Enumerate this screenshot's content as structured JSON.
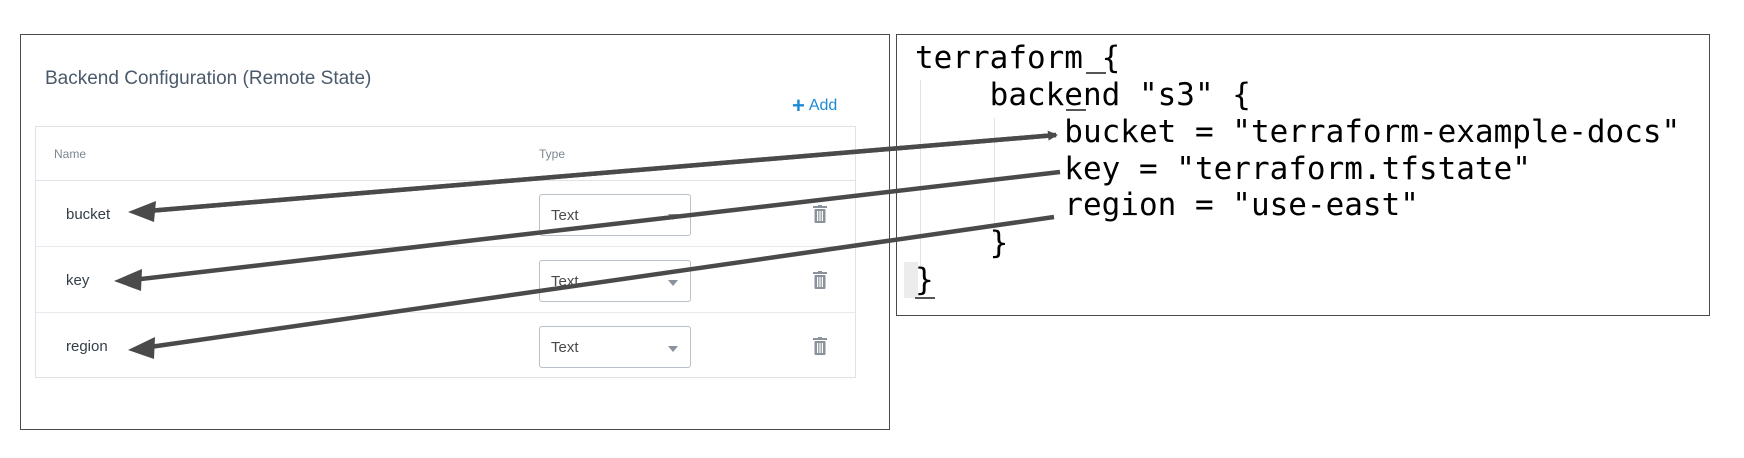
{
  "left_panel": {
    "title": "Backend Configuration (Remote State)",
    "add_label": "Add",
    "columns": {
      "name": "Name",
      "type": "Type"
    },
    "rows": [
      {
        "name": "bucket",
        "type": "Text"
      },
      {
        "name": "key",
        "type": "Text"
      },
      {
        "name": "region",
        "type": "Text"
      }
    ],
    "icons": {
      "add": "plus-icon",
      "delete": "trash-icon",
      "dropdown": "chevron-down-icon"
    }
  },
  "code_panel": {
    "lines": [
      "terraform {",
      "    backend \"s3\" {",
      "        bucket = \"terraform-example-docs\"",
      "        key = \"terraform.tfstate\"",
      "        region = \"use-east\"",
      "    }",
      "}"
    ]
  },
  "colors": {
    "accent": "#1d8ad6",
    "arrow": "#4a4a4a",
    "border": "#4a4a4a"
  }
}
